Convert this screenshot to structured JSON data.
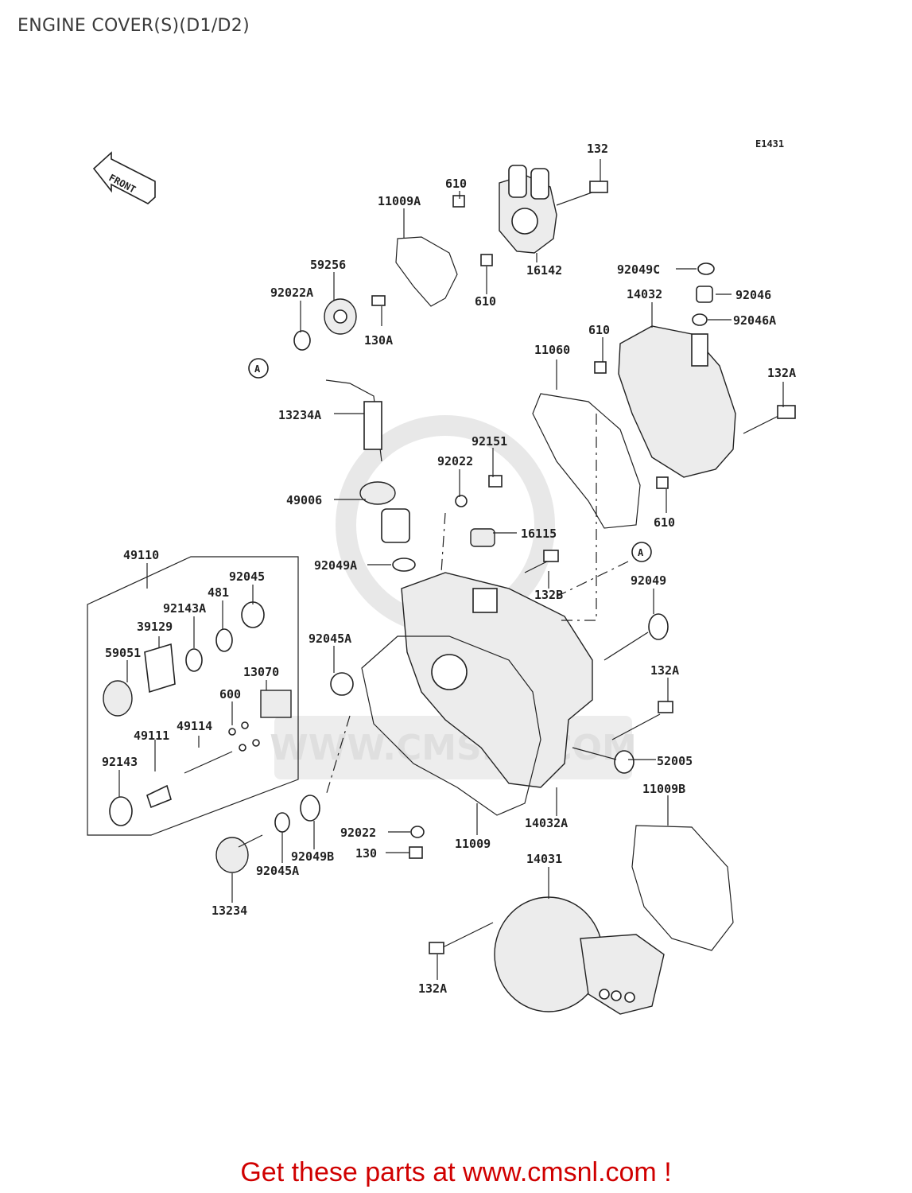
{
  "title": "ENGINE COVER(S)(D1/D2)",
  "diagram_code": "E1431",
  "front_label": "FRONT",
  "callout_marker": "A",
  "watermark": "WWW.CMSNL.COM",
  "footer": "Get these parts at www.cmsnl.com !",
  "colors": {
    "footer_text": "#d00000",
    "line": "#222222",
    "watermark": "#e6e6e6"
  },
  "labels": {
    "p132": "132",
    "p610a": "610",
    "p11009A": "11009A",
    "p16142": "16142",
    "p610b": "610",
    "p59256": "59256",
    "p92022A": "92022A",
    "p130A": "130A",
    "p92049C": "92049C",
    "p92046": "92046",
    "p92046A": "92046A",
    "p14032": "14032",
    "p610c": "610",
    "p11060": "11060",
    "p132A_r": "132A",
    "p13234A": "13234A",
    "p92151": "92151",
    "p92022": "92022",
    "p49006": "49006",
    "p610d": "610",
    "p16115": "16115",
    "p49110": "49110",
    "p92049A": "92049A",
    "p92045": "92045",
    "p481": "481",
    "p92143A": "92143A",
    "p132B": "132B",
    "p92049": "92049",
    "p39129": "39129",
    "p92045A": "92045A",
    "p59051": "59051",
    "p13070": "13070",
    "p132A_m": "132A",
    "p600": "600",
    "p49111": "49111",
    "p49114": "49114",
    "p52005": "52005",
    "p92143": "92143",
    "p11009B": "11009B",
    "p14032A": "14032A",
    "p92022b": "92022",
    "p11009": "11009",
    "p130": "130",
    "p92049B": "92049B",
    "p92045A_b": "92045A",
    "p14031": "14031",
    "p13234": "13234",
    "p132A_b": "132A"
  }
}
